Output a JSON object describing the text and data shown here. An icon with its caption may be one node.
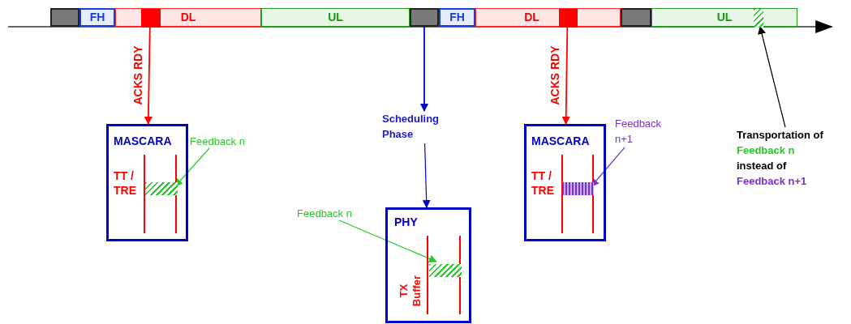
{
  "diagram": {
    "nodes": [
      {
        "text": [],
        "shape": "box"
      },
      {
        "text": [
          "FH"
        ]
      },
      {
        "text": [
          "DL"
        ]
      },
      {
        "text": [],
        "shape": "bar",
        "in": 2
      },
      {
        "text": [
          "UL"
        ]
      },
      {
        "text": [],
        "shape": "box"
      },
      {
        "text": [
          "FH"
        ]
      },
      {
        "text": [
          "DL"
        ]
      },
      {
        "text": [],
        "shape": "bar",
        "in": 7
      },
      {
        "text": [],
        "shape": "box"
      },
      {
        "text": [
          "UL"
        ]
      },
      {
        "text": [],
        "shape": "bar",
        "in": 10
      },
      {
        "text": [
          "MASCARA",
          "TT / TRE"
        ]
      },
      {
        "text": [],
        "shape": "bar",
        "in": 12
      },
      {
        "text": [
          "Feedback n"
        ]
      },
      {
        "text": [
          "Scheduling Phase"
        ]
      },
      {
        "text": [
          "PHY",
          "TX Buffer"
        ]
      },
      {
        "text": [],
        "shape": "bar",
        "in": 16
      },
      {
        "text": [
          "Feedback n"
        ]
      },
      {
        "text": [
          "MASCARA",
          "TT / TRE"
        ]
      },
      {
        "text": [],
        "shape": "bar",
        "in": 19
      },
      {
        "text": [
          "Feedback n+1"
        ]
      },
      {
        "text": [
          "Transportation of",
          "Feedback n",
          "instead of",
          "Feedback n+1"
        ]
      }
    ],
    "edges": [
      {
        "from": 3,
        "to": 12,
        "arrow": "to",
        "label": "ACKS RDY",
        "color": "#ff0000"
      },
      {
        "from": 5,
        "to": 15,
        "arrow": "to",
        "color": "#0000cc"
      },
      {
        "from": 15,
        "to": 16,
        "arrow": "to",
        "color": "#0000cc"
      },
      {
        "from": 8,
        "to": 19,
        "arrow": "to",
        "label": "ACKS RDY",
        "color": "#ff0000"
      },
      {
        "from": 14,
        "to": 13,
        "arrow": "to",
        "color": "#22cc22"
      },
      {
        "from": 18,
        "to": 17,
        "arrow": "to",
        "color": "#22cc22"
      },
      {
        "from": 21,
        "to": 20,
        "arrow": "to",
        "color": "#7a2ed6"
      },
      {
        "from": 22,
        "to": 11,
        "arrow": "to",
        "color": "#000000"
      }
    ]
  }
}
